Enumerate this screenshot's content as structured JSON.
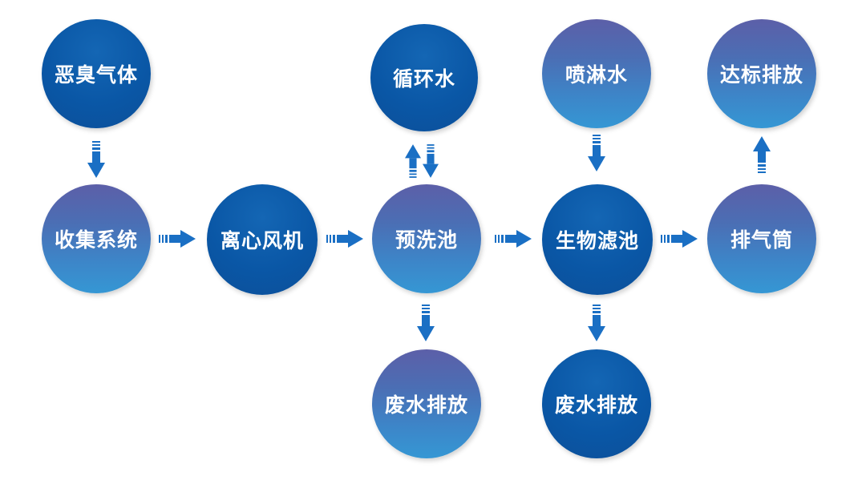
{
  "colors": {
    "arrow": "#1a6fc4",
    "node_dark": "#0a57a6",
    "node_light_top": "#5c5fa8",
    "node_light_bottom": "#3597d4",
    "background": "#ffffff"
  },
  "nodes": {
    "odor_gas": "恶臭气体",
    "collection_system": "收集系统",
    "centrifugal_fan": "离心风机",
    "circulating_water": "循环水",
    "prewash_tank": "预洗池",
    "wastewater_1": "废水排放",
    "spray_water": "喷淋水",
    "biofilter": "生物滤池",
    "wastewater_2": "废水排放",
    "exhaust_stack": "排气筒",
    "compliant_discharge": "达标排放"
  }
}
